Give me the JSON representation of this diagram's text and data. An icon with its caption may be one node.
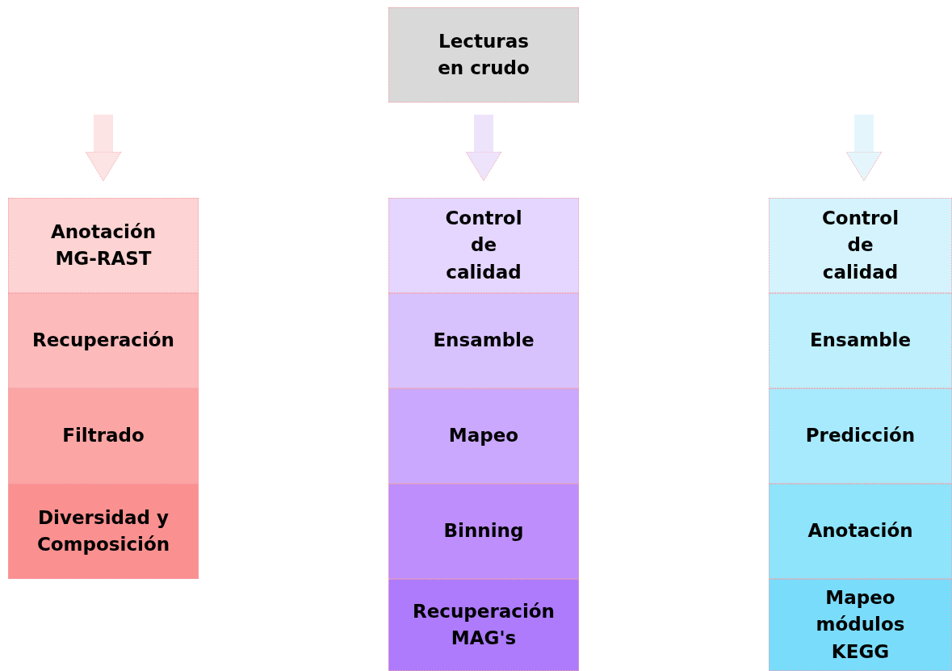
{
  "diagram": {
    "nodes": [
      {
        "text": [
          "Lecturas en crudo"
        ]
      },
      {
        "text": [
          "Anotación MG-RAST"
        ]
      },
      {
        "text": [
          "Recuperación"
        ]
      },
      {
        "text": [
          "Filtrado"
        ]
      },
      {
        "text": [
          "Diversidad y Composición"
        ]
      },
      {
        "text": [
          "Control de calidad"
        ]
      },
      {
        "text": [
          "Ensamble"
        ]
      },
      {
        "text": [
          "Mapeo"
        ]
      },
      {
        "text": [
          "Binning"
        ]
      },
      {
        "text": [
          "Recuperación MAG's"
        ]
      },
      {
        "text": [
          "Control de calidad"
        ]
      },
      {
        "text": [
          "Ensamble"
        ]
      },
      {
        "text": [
          "Predicción"
        ]
      },
      {
        "text": [
          "Anotación"
        ]
      },
      {
        "text": [
          "Mapeo módulos KEGG"
        ]
      }
    ],
    "edges": [
      {
        "from": null,
        "to": 1,
        "arrow": "to",
        "color": "#fde4e4"
      },
      {
        "from": null,
        "to": 5,
        "arrow": "to",
        "color": "#ede4fc"
      },
      {
        "from": null,
        "to": 10,
        "arrow": "to",
        "color": "#e4f6fc"
      }
    ]
  }
}
